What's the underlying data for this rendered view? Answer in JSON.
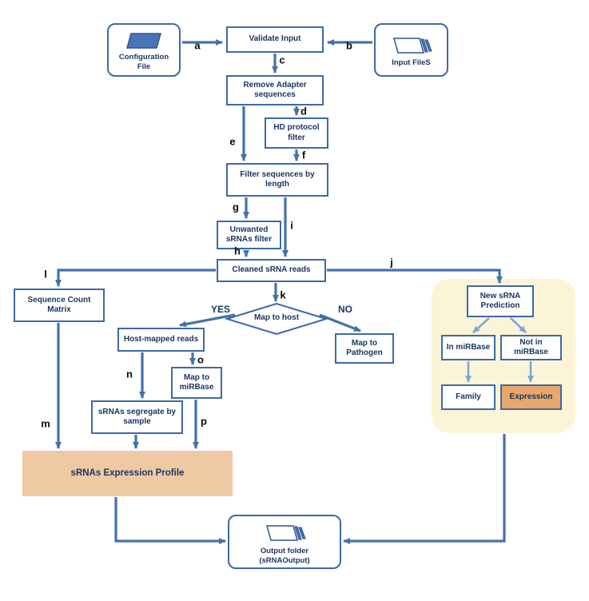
{
  "diagram": {
    "nodes": {
      "configuration_file": "Configuration File",
      "validate_input": "Validate Input",
      "input_files": "Input FileS",
      "remove_adapter": "Remove Adapter sequences",
      "hd_protocol": "HD protocol filter",
      "filter_length": "Filter sequences by length",
      "unwanted_filter": "Unwanted sRNAs filter",
      "cleaned_reads": "Cleaned sRNA reads",
      "sequence_count_matrix": "Sequence Count Matrix",
      "map_to_host": "Map to host",
      "host_mapped_reads": "Host-mapped reads",
      "map_to_pathogen": "Map to Pathogen",
      "map_to_mirbase": "Map to miRBase",
      "srna_segregate": "sRNAs segregate by sample",
      "expression_profile": "sRNAs Expression Profile",
      "new_srna_prediction": "New sRNA Prediction",
      "in_mirbase": "In miRBase",
      "not_in_mirbase": "Not in miRBase",
      "family": "Family",
      "expression": "Expression",
      "output_folder": "Output folder (sRNAOutput)"
    },
    "edge_labels": {
      "a": "a",
      "b": "b",
      "c": "c",
      "d": "d",
      "e": "e",
      "f": "f",
      "g": "g",
      "h": "h",
      "i": "i",
      "j": "j",
      "k": "k",
      "l": "l",
      "m": "m",
      "n": "n",
      "o": "o",
      "p": "p"
    },
    "decision": {
      "yes": "YES",
      "no": "NO"
    },
    "icons": {
      "configuration_file": "document-icon",
      "input_files": "stacked-files-icon",
      "output_folder": "stacked-files-icon"
    },
    "colors": {
      "box_border": "#3e68a8",
      "arrow": "#4472a8",
      "arrow_light": "#7da7d9",
      "node_text": "#17355f",
      "edge_label_text": "#0b0b0b",
      "panel_bg": "#fcf4d6",
      "profile_bg": "#efc9a4",
      "expression_bg": "#e8a86c",
      "icon_fill": "#4a74b8"
    }
  }
}
